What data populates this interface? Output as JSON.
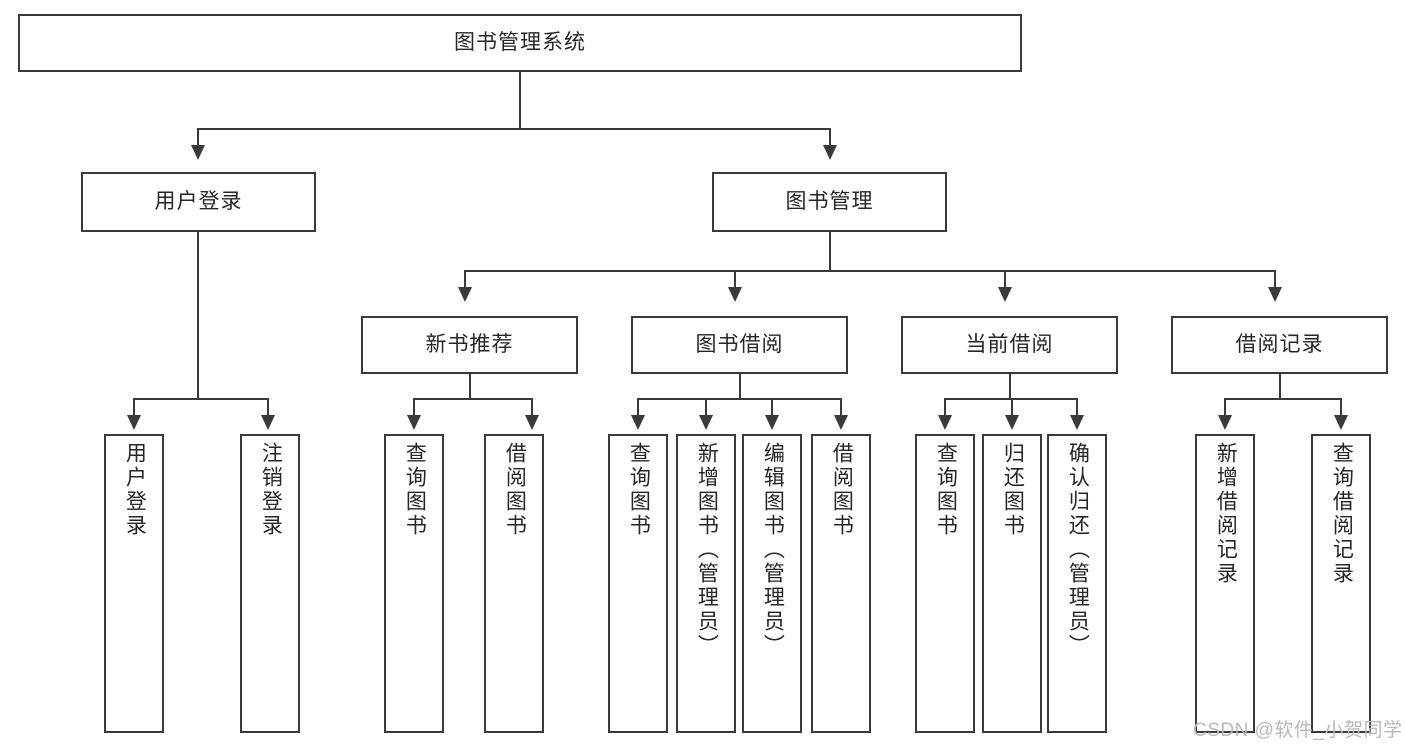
{
  "diagram": {
    "title": "图书管理系统",
    "type": "hierarchy-tree",
    "watermark": "CSDN @软件_小贺同学",
    "colors": {
      "stroke": "#3a3a3a",
      "fill": "#ffffff",
      "text": "#262626",
      "watermark": "#b9b9b9"
    },
    "root": {
      "label": "图书管理系统"
    },
    "level2": [
      {
        "label": "用户登录"
      },
      {
        "label": "图书管理"
      }
    ],
    "level3": [
      {
        "label": "新书推荐"
      },
      {
        "label": "图书借阅"
      },
      {
        "label": "当前借阅"
      },
      {
        "label": "借阅记录"
      }
    ],
    "leaves": {
      "user_login": [
        {
          "label": "用户登录"
        },
        {
          "label": "注销登录"
        }
      ],
      "new_book_recommend": [
        {
          "label": "查询图书"
        },
        {
          "label": "借阅图书"
        }
      ],
      "book_borrow": [
        {
          "label": "查询图书"
        },
        {
          "label": "新增图书（管理员）"
        },
        {
          "label": "编辑图书（管理员）"
        },
        {
          "label": "借阅图书"
        }
      ],
      "current_borrow": [
        {
          "label": "查询图书"
        },
        {
          "label": "归还图书"
        },
        {
          "label": "确认归还（管理员）"
        }
      ],
      "borrow_record": [
        {
          "label": "新增借阅记录"
        },
        {
          "label": "查询借阅记录"
        }
      ]
    }
  }
}
